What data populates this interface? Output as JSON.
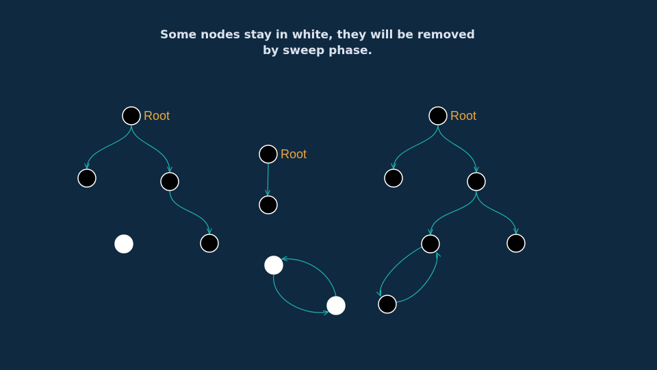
{
  "caption": "Some nodes stay in white, they will be removed by sweep phase.",
  "colors": {
    "background": "#0f2940",
    "edge": "#1fb5b0",
    "root_label": "#f0a63a",
    "marked_node": "#000000",
    "unmarked_node": "#ffffff",
    "node_outline": "#ffffff"
  },
  "root_label": "Root",
  "graphs": [
    {
      "roots": [
        "a1"
      ],
      "nodes": [
        {
          "id": "a1",
          "marked": true
        },
        {
          "id": "a2",
          "marked": true
        },
        {
          "id": "a3",
          "marked": true
        },
        {
          "id": "a4",
          "marked": true
        },
        {
          "id": "a5",
          "marked": false
        }
      ],
      "edges": [
        [
          "a1",
          "a2"
        ],
        [
          "a1",
          "a3"
        ],
        [
          "a3",
          "a4"
        ]
      ]
    },
    {
      "roots": [
        "b1"
      ],
      "nodes": [
        {
          "id": "b1",
          "marked": true
        },
        {
          "id": "b2",
          "marked": true
        },
        {
          "id": "b3",
          "marked": false
        },
        {
          "id": "b4",
          "marked": false
        }
      ],
      "edges": [
        [
          "b1",
          "b2"
        ],
        [
          "b3",
          "b4"
        ],
        [
          "b4",
          "b3"
        ]
      ]
    },
    {
      "roots": [
        "c1"
      ],
      "nodes": [
        {
          "id": "c1",
          "marked": true
        },
        {
          "id": "c2",
          "marked": true
        },
        {
          "id": "c3",
          "marked": true
        },
        {
          "id": "c4",
          "marked": true
        },
        {
          "id": "c5",
          "marked": true
        },
        {
          "id": "c6",
          "marked": true
        }
      ],
      "edges": [
        [
          "c1",
          "c2"
        ],
        [
          "c1",
          "c3"
        ],
        [
          "c3",
          "c4"
        ],
        [
          "c3",
          "c5"
        ],
        [
          "c4",
          "c6"
        ],
        [
          "c6",
          "c4"
        ]
      ]
    }
  ]
}
